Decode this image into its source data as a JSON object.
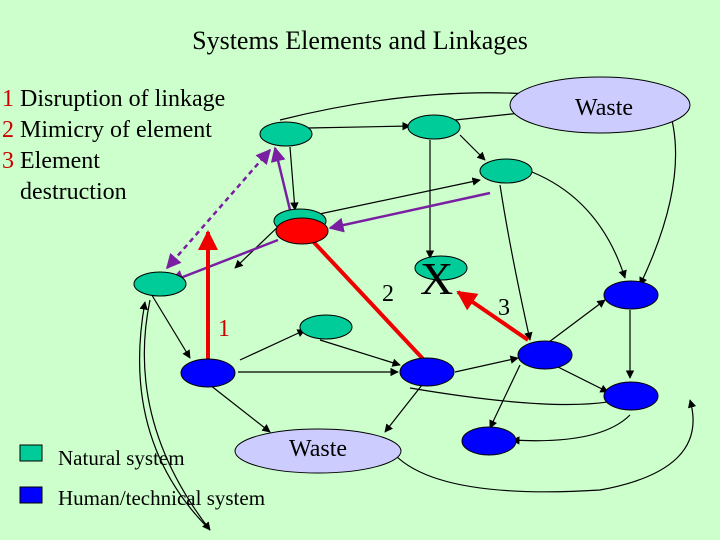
{
  "title": "Systems Elements and Linkages",
  "list": [
    {
      "num": "1",
      "text": "Disruption of linkage"
    },
    {
      "num": "2",
      "text": "Mimicry of element"
    },
    {
      "num": "3",
      "text": "Element",
      "continuation": "destruction"
    }
  ],
  "waste_top": "Waste",
  "waste_bottom": "Waste",
  "markers": {
    "one": "1",
    "two": "2",
    "x": "X",
    "three": "3"
  },
  "legend": {
    "natural": "Natural system",
    "human": "Human/technical system"
  },
  "colors": {
    "background": "#ccffcc",
    "natural": "#00cc99",
    "human": "#0000ff",
    "destroyed": "#ff0000",
    "waste": "#ccccff",
    "arrow": "#000000",
    "mimicry": "#7a1fa2",
    "disruption": "#ee0000",
    "number_red": "#cc0000"
  }
}
